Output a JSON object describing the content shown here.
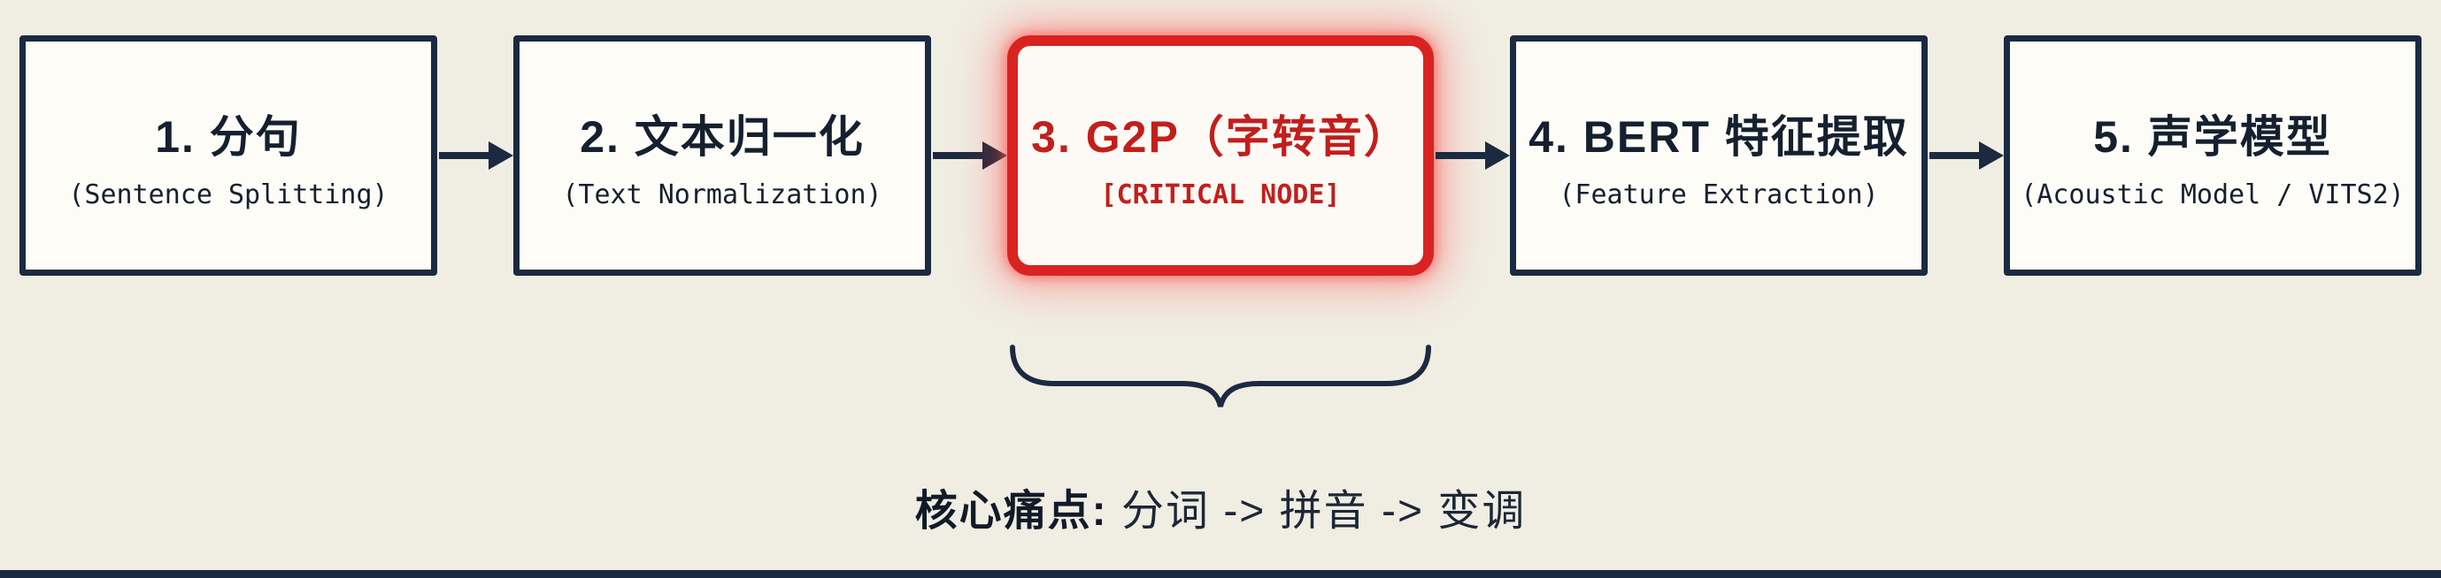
{
  "diagram": {
    "nodes": [
      {
        "title": "1. 分句",
        "subtitle": "(Sentence Splitting)"
      },
      {
        "title": "2. 文本归一化",
        "subtitle": "(Text Normalization)"
      },
      {
        "title": "3. G2P（字转音）",
        "subtitle": "[CRITICAL NODE]"
      },
      {
        "title": "4. BERT 特征提取",
        "subtitle": "(Feature Extraction)"
      },
      {
        "title": "5. 声学模型",
        "subtitle": "(Acoustic Model / VITS2)"
      }
    ],
    "caption": {
      "label": "核心痛点:",
      "text": " 分词 -> 拼音 -> 变调"
    },
    "colors": {
      "background": "#f0ede3",
      "box_fill": "#fdfcf7",
      "outline": "#1b2a40",
      "critical_red": "#d92320",
      "critical_text": "#c21e1c"
    }
  }
}
